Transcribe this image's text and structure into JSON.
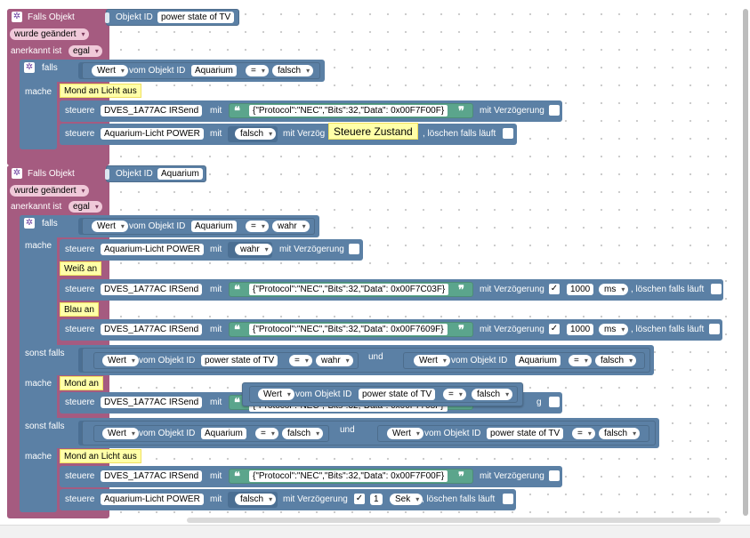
{
  "event1": {
    "falls_objekt": "Falls Objekt",
    "objekt_id_label": "Objekt ID",
    "objekt_id_value": "power state of TV",
    "trigger": "wurde geändert",
    "ack_label": "anerkannt ist",
    "ack_value": "egal",
    "if": {
      "falls": "falls",
      "macht": "mache",
      "cond": {
        "wert": "Wert",
        "vom_objekt_id": "vom Objekt ID",
        "object": "Aquarium",
        "op": "=",
        "value": "falsch"
      },
      "comment": "Mond an Licht aus",
      "stmt1": {
        "steuere": "steuere",
        "target": "DVES_1A77AC  IRSend",
        "mit": "mit",
        "text": "{\"Protocol\":\"NEC\",\"Bits\":32,\"Data\": 0x00F7F00F}",
        "mit_verz": "mit Verzögerung"
      },
      "stmt2": {
        "steuere": "steuere",
        "target": "Aquarium-Licht POWER",
        "mit": "mit",
        "value": "falsch",
        "mit_verz": "mit Verzög",
        "loeschen": ", löschen falls läuft"
      }
    }
  },
  "tooltip": "Steuere Zustand",
  "event2": {
    "falls_objekt": "Falls Objekt",
    "objekt_id_label": "Objekt ID",
    "objekt_id_value": "Aquarium",
    "trigger": "wurde geändert",
    "ack_label": "anerkannt ist",
    "ack_value": "egal",
    "if": {
      "falls": "falls",
      "mache": "mache",
      "cond": {
        "wert": "Wert",
        "vom_objekt_id": "vom Objekt ID",
        "object": "Aquarium",
        "op": "=",
        "value": "wahr"
      },
      "s1": {
        "steuere": "steuere",
        "target": "Aquarium-Licht POWER",
        "mit": "mit",
        "value": "wahr",
        "mit_verz": "mit Verzögerung"
      },
      "c1": "Weiß an",
      "s2": {
        "steuere": "steuere",
        "target": "DVES_1A77AC  IRSend",
        "mit": "mit",
        "text": "{\"Protocol\":\"NEC\",\"Bits\":32,\"Data\": 0x00F7C03F}",
        "mit_verz": "mit Verzögerung",
        "check": "✓",
        "delay": "1000",
        "unit": "ms",
        "loeschen": ", löschen falls läuft"
      },
      "c2": "Blau an",
      "s3": {
        "steuere": "steuere",
        "target": "DVES_1A77AC  IRSend",
        "mit": "mit",
        "text": "{\"Protocol\":\"NEC\",\"Bits\":32,\"Data\": 0x00F7609F}",
        "mit_verz": "mit Verzögerung",
        "check": "✓",
        "delay": "1000",
        "unit": "ms",
        "loeschen": ", löschen falls läuft"
      },
      "elseif1": {
        "label": "sonst falls",
        "a": {
          "wert": "Wert",
          "vom_objekt_id": "vom Objekt ID",
          "object": "power state of TV",
          "op": "=",
          "value": "wahr"
        },
        "und": "und",
        "b": {
          "wert": "Wert",
          "vom_objekt_id": "vom Objekt ID",
          "object": "Aquarium",
          "op": "=",
          "value": "falsch"
        }
      },
      "mache2": "mache",
      "c3": "Mond an",
      "s4": {
        "steuere": "steuere",
        "target": "DVES_1A77AC  IRSend",
        "mit": "mit",
        "text_partial": "{\"Protocol\":\"NEC\",\"Bits\":32,\"Data\": 0x00F7708F}",
        "tail": "g"
      },
      "floating": {
        "wert": "Wert",
        "vom_objekt_id": "vom Objekt ID",
        "object": "power state of TV",
        "op": "=",
        "value": "falsch"
      },
      "elseif2": {
        "label": "sonst falls",
        "a": {
          "wert": "Wert",
          "vom_objekt_id": "vom Objekt ID",
          "object": "Aquarium",
          "op": "=",
          "value": "falsch"
        },
        "und": "und",
        "b": {
          "wert": "Wert",
          "vom_objekt_id": "vom Objekt ID",
          "object": "power state of TV",
          "op": "=",
          "value": "falsch"
        }
      },
      "mache3": "mache",
      "c4": "Mond an Licht aus",
      "s5": {
        "steuere": "steuere",
        "target": "DVES_1A77AC  IRSend",
        "mit": "mit",
        "text": "{\"Protocol\":\"NEC\",\"Bits\":32,\"Data\": 0x00F7F00F}",
        "mit_verz": "mit Verzögerung"
      },
      "s6": {
        "steuere": "steuere",
        "target": "Aquarium-Licht POWER",
        "mit": "mit",
        "value": "falsch",
        "mit_verz": "mit Verzögerung",
        "check": "✓",
        "delay": "1",
        "unit": "Sek",
        "loeschen": ", löschen falls läuft"
      }
    }
  },
  "colors": {
    "event": "#a55b80",
    "control": "#5b80a5",
    "text": "#5ba58c",
    "comment": "#ffffa8"
  }
}
